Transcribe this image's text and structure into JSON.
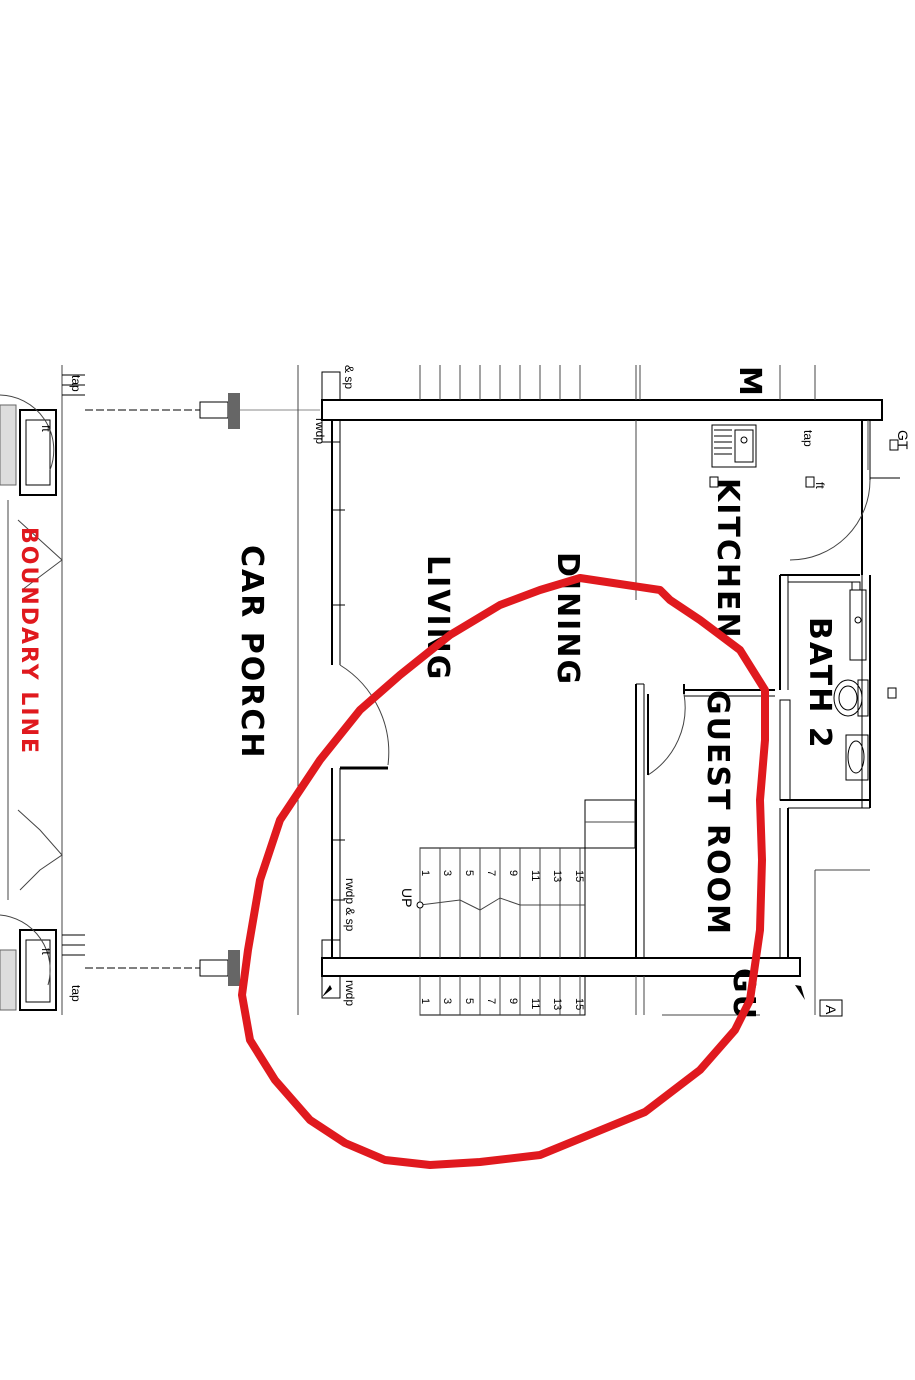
{
  "plan": {
    "boundary_label": "BOUNDARY LINE",
    "rooms": {
      "car_porch": "CAR PORCH",
      "living": "LIVING",
      "dining": "DINING",
      "kitchen": "KITCHEN",
      "guest_room": "GUEST ROOM",
      "bath_2": "BATH 2",
      "cut_m": "M",
      "cut_gu": "GU"
    },
    "annotations": {
      "tap_top": "tap",
      "ft_top": "ft",
      "tap_bottom": "tap",
      "ft_bottom": "ft",
      "sp_top": "& sp",
      "rwdp_top": "rwdp",
      "rwdp_sp_lower": "rwdp & sp",
      "rwdp_bottom": "rwdp",
      "kitchen_tap": "tap",
      "kitchen_ft": "ft",
      "gt": "GT",
      "stair_up": "UP",
      "edge_a": "A"
    },
    "stair_numbers_upper": [
      "1",
      "3",
      "5",
      "7",
      "9",
      "11",
      "13",
      "15"
    ],
    "stair_numbers_lower": [
      "1",
      "3",
      "5",
      "7",
      "9",
      "11",
      "13",
      "15"
    ],
    "markup_color": "#e0191e"
  }
}
